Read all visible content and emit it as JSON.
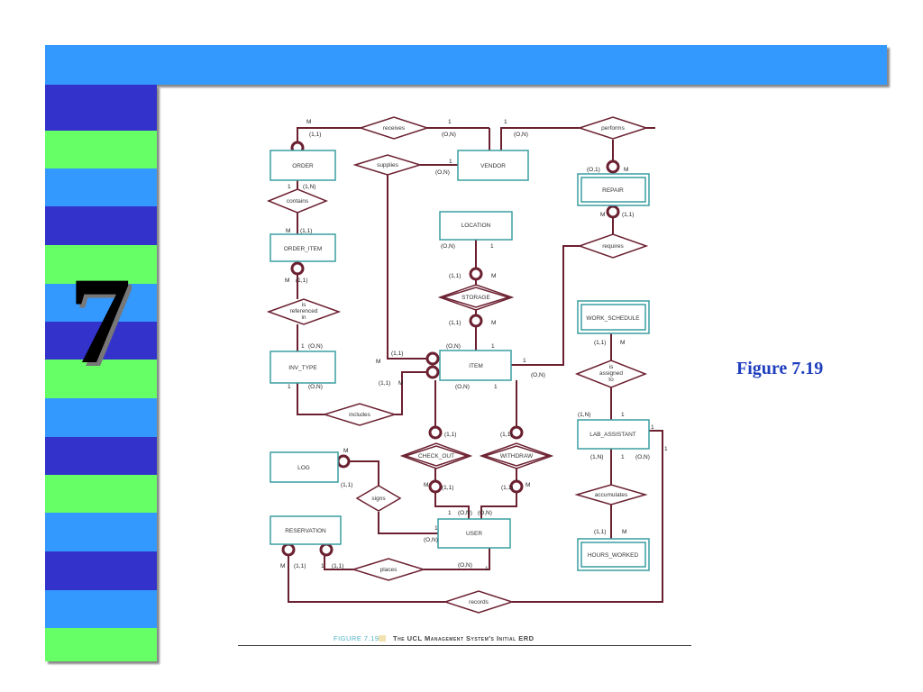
{
  "slide": {
    "chapter_number": "7",
    "figure_label": "Figure 7.19",
    "colors": {
      "top_band": "#3399ff",
      "stripes": [
        "#3333cc",
        "#66ff66",
        "#3399ff"
      ],
      "entity_border": "#3a9ea0",
      "line": "#6b2030",
      "figure_label": "#1f3fbf"
    }
  },
  "erd": {
    "entities": {
      "order": "ORDER",
      "order_item": "ORDER_ITEM",
      "inv_type": "INV_TYPE",
      "vendor": "VENDOR",
      "location": "LOCATION",
      "repair": "REPAIR",
      "item": "ITEM",
      "work_schedule": "WORK_SCHEDULE",
      "lab_assistant": "LAB_ASSISTANT",
      "hours_worked": "HOURS_WORKED",
      "log": "LOG",
      "user": "USER",
      "reservation": "RESERVATION"
    },
    "relationships": {
      "receives": "receives",
      "performs": "performs",
      "supplies": "supplies",
      "contains": "contains",
      "requires": "requires",
      "storage": "STORAGE",
      "referenced_in_1": "is",
      "referenced_in_2": "referenced",
      "referenced_in_3": "in",
      "is_assigned_to_1": "is",
      "is_assigned_to_2": "assigned",
      "is_assigned_to_3": "to",
      "includes": "includes",
      "check_out": "CHECK_OUT",
      "withdraw": "WITHDRAW",
      "signs": "signs",
      "accumulates": "accumulates",
      "places": "places",
      "records": "records"
    },
    "cardinalities": {
      "c1": "M",
      "c2": "(1,1)",
      "c3": "1",
      "c4": "(O,N)",
      "c5": "1",
      "c6": "(O,N)",
      "c7": "1",
      "c8": "(O,N)",
      "c9": "1",
      "c10": "(1,N)",
      "c11": "(O,1)",
      "c12": "M",
      "c13": "M",
      "c14": "(1,1)",
      "c15": "M",
      "c16": "(1,1)",
      "c17": "(O,N)",
      "c18": "1",
      "c19": "M",
      "c20": "(1,1)",
      "c21": "(1,1)",
      "c22": "M",
      "c23": "(1,1)",
      "c24": "M",
      "c25": "1",
      "c26": "(O,N)",
      "c27": "(1,1)",
      "c28": "M",
      "c29": "M",
      "c30": "(1,1)",
      "c31": "(O,N)",
      "c32": "1",
      "c33": "1",
      "c34": "(O,N)",
      "c35": "(1,1)",
      "c36": "M",
      "c37": "1",
      "c38": "(O,N)",
      "c39": "(O,N)",
      "c40": "1",
      "c41": "(1,1)",
      "c42": "(1,1)",
      "c43": "(1,N)",
      "c44": "1",
      "c45": "(1,N)",
      "c46": "1",
      "c47": "(O,N)",
      "c48": "1",
      "c49": "M",
      "c50": "(1,1)",
      "c51": "M",
      "c52": "(1,1)",
      "c53": "M",
      "c54": "(1,1)",
      "c55": "1",
      "c56": "(O,N)",
      "c57": "(O,N)",
      "c58": "1",
      "c59": "(O,N)",
      "c60": "(1,1)",
      "c61": "M",
      "c62": "M",
      "c63": "(1,1)",
      "c64": "(1,1)",
      "c65": "(O,N)",
      "c66": "1",
      "c67": "1",
      "c68": "1"
    },
    "caption": {
      "figure": "FIGURE 7.19",
      "title": "The UCL Management System's Initial ERD"
    }
  }
}
